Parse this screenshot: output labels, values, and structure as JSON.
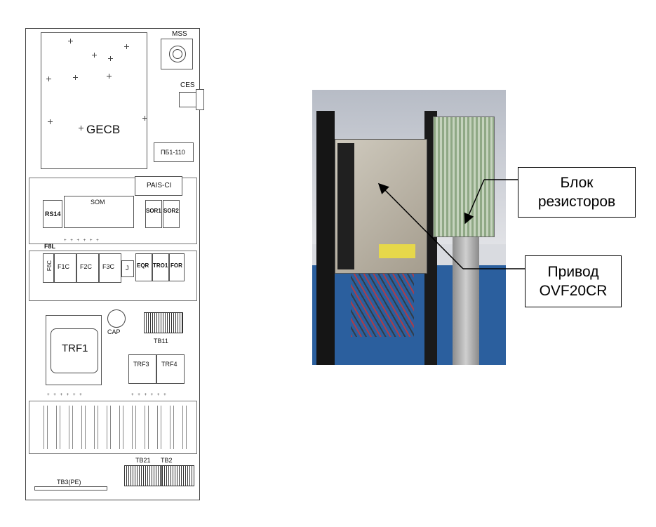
{
  "schematic": {
    "labels": {
      "mss": "MSS",
      "ces": "CES",
      "gecb": "GECB",
      "pb1": "ПБ1-110",
      "pais": "PAIS-CI",
      "som": "SOM",
      "rs14": "RS14",
      "sor1": "SOR1",
      "sor2": "SOR2",
      "f8l": "F8L",
      "f6c": "F6C",
      "f1c": "F1C",
      "f2c": "F2C",
      "f3c": "F3C",
      "j": "J",
      "eqr": "EQR",
      "tro1": "TRO1",
      "for": "FOR",
      "trf1": "TRF1",
      "cap": "CAP",
      "tb11": "TB11",
      "trf3": "TRF3",
      "trf4": "TRF4",
      "tb21": "TB21",
      "tb2": "TB2",
      "tb3": "TB3(PE)"
    }
  },
  "photo": {
    "callouts": {
      "resistor_block": [
        "Блок",
        "резисторов"
      ],
      "drive": [
        "Привод",
        "OVF20CR"
      ]
    }
  },
  "colors": {
    "line": "#555555",
    "photo_floor": "#2b5f9e",
    "cabinet_metal": "#b9b3a6",
    "resistor_mesh": "#8fa885"
  }
}
